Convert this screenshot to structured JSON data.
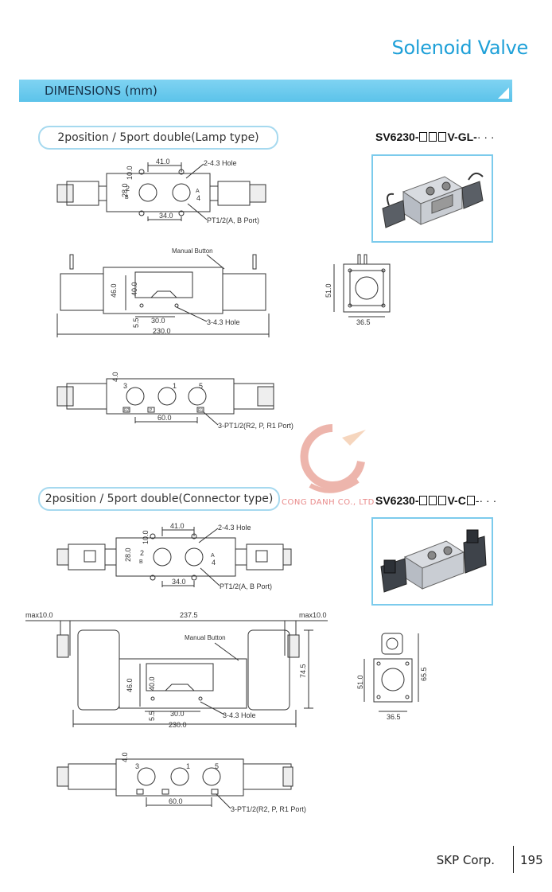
{
  "header": {
    "title": "Solenoid Valve"
  },
  "section": {
    "label": "DIMENSIONS (mm)"
  },
  "lamp": {
    "heading": "2position / 5port double(Lamp type)",
    "model_prefix": "SV6230-",
    "model_mid": "V-GL-",
    "model_suffix": "· · ·",
    "top_view": {
      "d1": "41.0",
      "d2": "34.0",
      "hole": "2-4.3 Hole",
      "port": "PT1/2(A, B Port)",
      "h1": "28.0",
      "h2": "10.0",
      "p2": "2",
      "p4": "4",
      "b": "B",
      "a": "A"
    },
    "side_view": {
      "manual": "Manual Button",
      "h46": "46.0",
      "h40": "40.0",
      "d30": "30.0",
      "d55": "5.5",
      "hole": "3-4.3 Hole",
      "len": "230.0"
    },
    "end_view": {
      "h": "51.0",
      "w": "36.5"
    },
    "bottom_view": {
      "h": "4.0",
      "p3": "3",
      "p1": "1",
      "p5": "5",
      "d60": "60.0",
      "port": "3-PT1/2(R2, P, R1 Port)",
      "r2": "R2",
      "p": "P",
      "r1": "R1"
    }
  },
  "connector": {
    "heading": "2position / 5port double(Connector type)",
    "model_prefix": "SV6230-",
    "model_mid": "V-C",
    "model_suffix": "-· · ·",
    "top_view": {
      "d1": "41.0",
      "d2": "34.0",
      "hole": "2-4.3 Hole",
      "port": "PT1/2(A, B Port)",
      "h1": "28.0",
      "h2": "10.0",
      "p2": "2",
      "p4": "4",
      "b": "B",
      "a": "A"
    },
    "side_view": {
      "max_l": "max10.0",
      "overall": "237.5",
      "max_r": "max10.0",
      "manual": "Manual Button",
      "h46": "46.0",
      "h40": "40.0",
      "h745": "74.5",
      "d30": "30.0",
      "d55": "5.5",
      "hole": "3-4.3 Hole",
      "len": "230.0"
    },
    "end_view": {
      "h": "51.0",
      "h2": "65.5",
      "w": "36.5"
    },
    "bottom_view": {
      "h": "4.0",
      "p3": "3",
      "p1": "1",
      "p5": "5",
      "d60": "60.0",
      "port": "3-PT1/2(R2, P, R1 Port)"
    }
  },
  "watermark": {
    "text": "CONG DANH CO., LTD"
  },
  "footer": {
    "company": "SKP Corp.",
    "page": "195"
  },
  "colors": {
    "accent": "#1ea0d8",
    "bar": "#6ccbee",
    "frame": "#7ccbec",
    "watermark": "#e98a8a"
  }
}
